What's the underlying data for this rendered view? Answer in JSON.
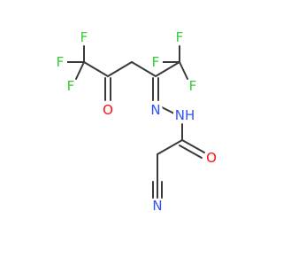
{
  "molecule": {
    "colors": {
      "bond": "#3a3a3a",
      "F": "#33cc33",
      "O": "#ff0d0d",
      "N": "#3050f8"
    },
    "atoms": [
      {
        "id": "F1",
        "label": "F",
        "element": "F"
      },
      {
        "id": "F2",
        "label": "F",
        "element": "F"
      },
      {
        "id": "F3",
        "label": "F",
        "element": "F"
      },
      {
        "id": "F4",
        "label": "F",
        "element": "F"
      },
      {
        "id": "F5",
        "label": "F",
        "element": "F"
      },
      {
        "id": "F6",
        "label": "F",
        "element": "F"
      },
      {
        "id": "O1",
        "label": "O",
        "element": "O"
      },
      {
        "id": "O2",
        "label": "O",
        "element": "O"
      },
      {
        "id": "N1",
        "label": "N",
        "element": "N"
      },
      {
        "id": "N2",
        "label": "NH",
        "element": "N"
      },
      {
        "id": "N3",
        "label": "N",
        "element": "N"
      }
    ]
  }
}
